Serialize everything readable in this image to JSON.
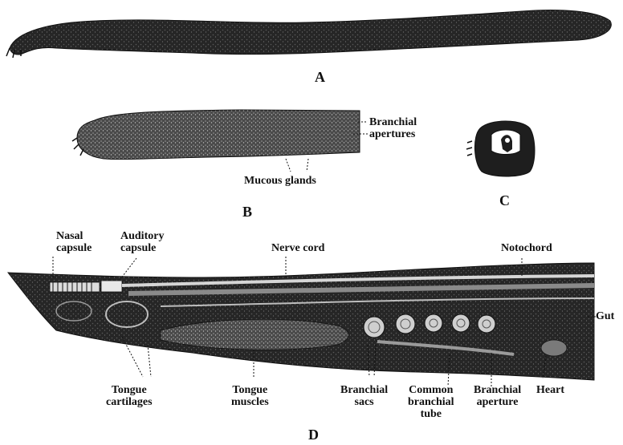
{
  "figure": {
    "panel_letters": {
      "a": "A",
      "b": "B",
      "c": "C",
      "d": "D"
    },
    "panel_b_labels": {
      "branchial_apertures": "Branchial\napertures",
      "mucous_glands": "Mucous glands"
    },
    "panel_d_labels": {
      "nasal_capsule": "Nasal\ncapsule",
      "auditory_capsule": "Auditory\ncapsule",
      "nerve_cord": "Nerve cord",
      "notochord": "Notochord",
      "gut": "Gut",
      "tongue_cartilages": "Tongue\ncartilages",
      "tongue_muscles": "Tongue\nmuscles",
      "branchial_sacs": "Branchial\nsacs",
      "common_branchial_tube": "Common\nbranchial\ntube",
      "branchial_aperture": "Branchial\naperture",
      "heart": "Heart"
    },
    "colors": {
      "ink": "#111111",
      "body_dark": "#1e1e1e",
      "body_mid": "#3a3a3a",
      "paper": "#ffffff"
    }
  }
}
